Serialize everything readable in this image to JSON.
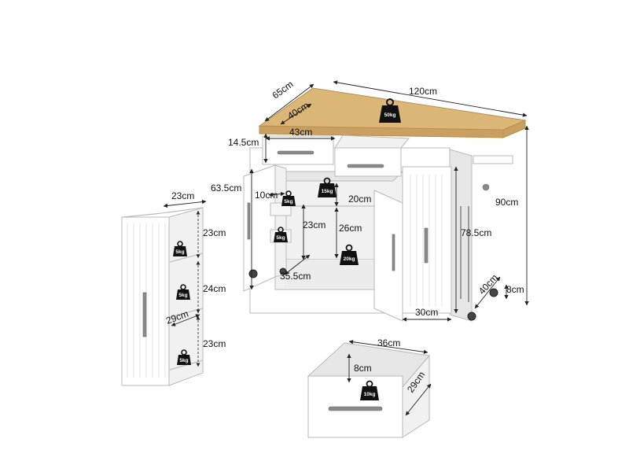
{
  "dimensions": {
    "depth_top": "65cm",
    "width_top": "120cm",
    "depth_inner": "40cm",
    "drawer_height": "14.5cm",
    "drawer_width": "43cm",
    "cabinet_height": "63.5cm",
    "door_rack_depth": "10cm",
    "inner_shelf_upper": "20cm",
    "door_shelf_gap": "23cm",
    "inner_shelf_height": "26cm",
    "inner_width": "35.5cm",
    "total_height": "90cm",
    "side_height": "78.5cm",
    "side_depth": "40cm",
    "wheel_height": "8cm",
    "side_width": "30cm",
    "tower_width": "23cm",
    "tower_shelf_1": "23cm",
    "tower_shelf_2": "24cm",
    "tower_shelf_3": "23cm",
    "tower_depth": "29cm",
    "drawer_inner_width": "36cm",
    "drawer_inner_height": "8cm",
    "drawer_inner_depth": "29cm"
  },
  "weights": {
    "top": "50kg",
    "inner_shelf": "15kg",
    "bottom_shelf": "20kg",
    "door_rack_1": "5kg",
    "door_rack_2": "5kg",
    "tower_rack_1": "5kg",
    "tower_rack_2": "5kg",
    "tower_rack_3": "5kg",
    "drawer": "10kg"
  }
}
